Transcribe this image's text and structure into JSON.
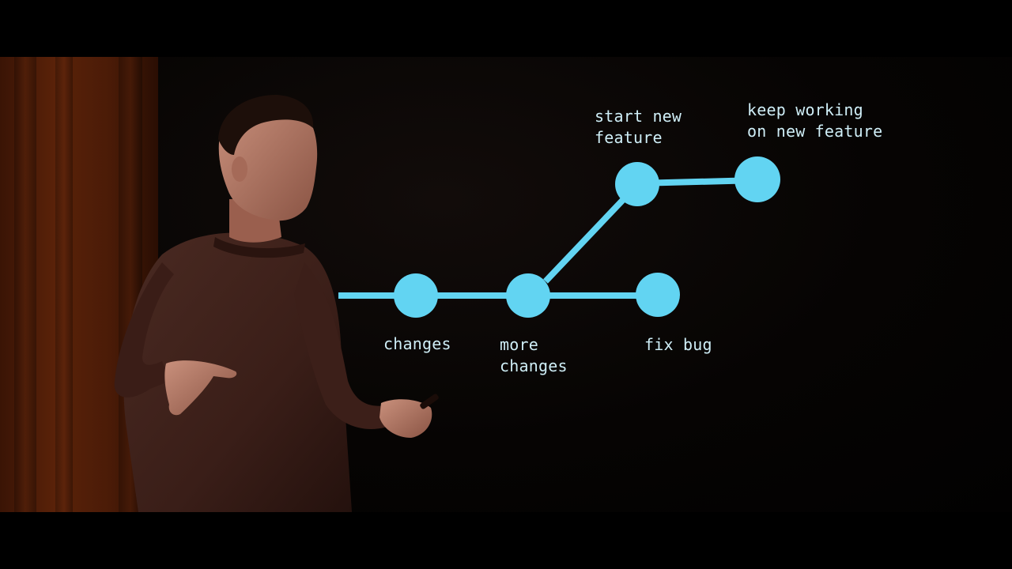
{
  "diagram": {
    "branch_color": "#62d4f2",
    "nodes": [
      {
        "id": "changes",
        "label": "changes"
      },
      {
        "id": "more-changes",
        "label": "more\nchanges"
      },
      {
        "id": "fix-bug",
        "label": "fix bug"
      },
      {
        "id": "start-new-feature",
        "label": "start new\nfeature"
      },
      {
        "id": "keep-working",
        "label": "keep working\non new feature"
      }
    ]
  },
  "scene": {
    "backdrop_color": "#4a1b07",
    "presenter_icon": "person-presenting-icon"
  }
}
